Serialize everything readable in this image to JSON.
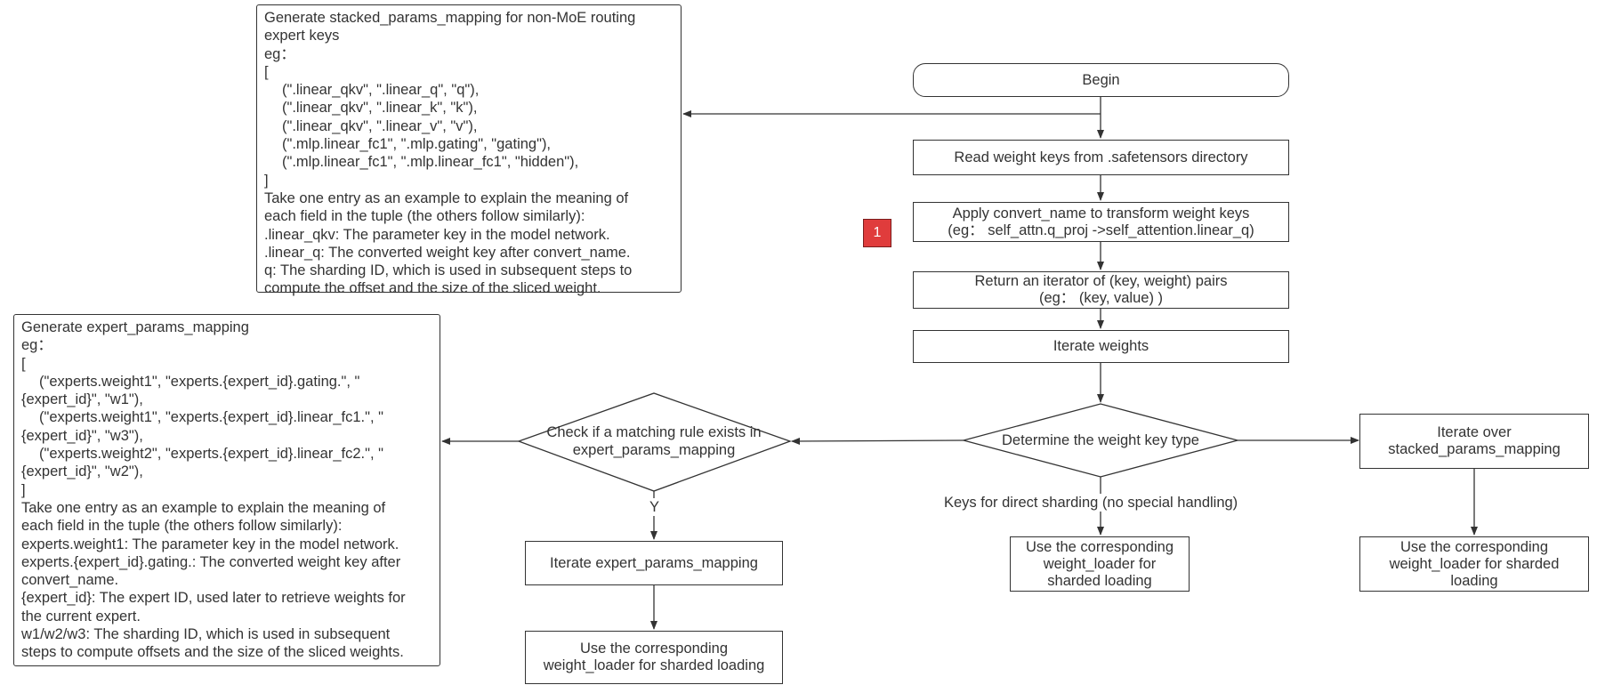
{
  "nodes": {
    "begin": "Begin",
    "read_keys": "Read weight keys from .safetensors directory",
    "convert": [
      "Apply convert_name to transform weight keys",
      "(eg： self_attn.q_proj ->self_attention.linear_q)"
    ],
    "iterator": [
      "Return an iterator of (key, weight)  pairs",
      "(eg：   (key, value)  )"
    ],
    "iterate_weights": "Iterate weights",
    "determine": "Determine the weight key type",
    "iterate_stacked": [
      "Iterate over",
      "stacked_params_mapping"
    ],
    "use_loader_right": [
      "Use the corresponding",
      "weight_loader for sharded",
      "loading"
    ],
    "use_loader_mid": [
      "Use the corresponding",
      "weight_loader for",
      "sharded loading"
    ],
    "check_match": [
      "Check if a matching rule exists in",
      "expert_params_mapping"
    ],
    "iterate_expert": "Iterate expert_params_mapping",
    "use_loader_left": [
      "Use the corresponding",
      "weight_loader for sharded loading"
    ]
  },
  "edge_labels": {
    "direct_sharding": "Keys for direct sharding (no special handling)",
    "yes": "Y"
  },
  "badge": "1",
  "notes": {
    "stacked": [
      {
        "text": "Generate stacked_params_mapping for non-MoE routing",
        "indent": false
      },
      {
        "text": "expert keys",
        "indent": false
      },
      {
        "text": "eg：",
        "indent": false
      },
      {
        "text": "[",
        "indent": false
      },
      {
        "text": "(\".linear_qkv\", \".linear_q\", \"q\"),",
        "indent": true
      },
      {
        "text": "(\".linear_qkv\", \".linear_k\", \"k\"),",
        "indent": true
      },
      {
        "text": "(\".linear_qkv\", \".linear_v\", \"v\"),",
        "indent": true
      },
      {
        "text": "(\".mlp.linear_fc1\", \".mlp.gating\", \"gating\"),",
        "indent": true
      },
      {
        "text": "(\".mlp.linear_fc1\", \".mlp.linear_fc1\", \"hidden\"),",
        "indent": true
      },
      {
        "text": "]",
        "indent": false
      },
      {
        "text": "Take one entry as an example to explain the meaning of",
        "indent": false
      },
      {
        "text": "each field in the tuple (the others follow similarly):",
        "indent": false
      },
      {
        "text": ".linear_qkv: The parameter key in the model network.",
        "indent": false
      },
      {
        "text": ".linear_q: The converted weight key after convert_name.",
        "indent": false
      },
      {
        "text": "q: The sharding ID, which is used in subsequent steps to",
        "indent": false
      },
      {
        "text": "compute the offset and the size of the sliced weight.",
        "indent": false
      }
    ],
    "expert": [
      {
        "text": "Generate expert_params_mapping",
        "indent": false
      },
      {
        "text": "eg：",
        "indent": false
      },
      {
        "text": "[",
        "indent": false
      },
      {
        "text": "(\"experts.weight1\", \"experts.{expert_id}.gating.\", \"",
        "indent": true
      },
      {
        "text": "{expert_id}\",  \"w1\"),",
        "indent": false
      },
      {
        "text": "(\"experts.weight1\", \"experts.{expert_id}.linear_fc1.\", \"",
        "indent": true
      },
      {
        "text": "{expert_id}\",  \"w3\"),",
        "indent": false
      },
      {
        "text": "(\"experts.weight2\", \"experts.{expert_id}.linear_fc2.\", \"",
        "indent": true
      },
      {
        "text": "{expert_id}\",  \"w2\"),",
        "indent": false
      },
      {
        "text": "]",
        "indent": false
      },
      {
        "text": "Take one entry as an example to explain the meaning of",
        "indent": false
      },
      {
        "text": "each field in the tuple (the others follow similarly):",
        "indent": false
      },
      {
        "text": "experts.weight1: The parameter key in the model network.",
        "indent": false
      },
      {
        "text": "experts.{expert_id}.gating.: The converted weight key after",
        "indent": false
      },
      {
        "text": "convert_name.",
        "indent": false
      },
      {
        "text": "{expert_id}: The expert ID, used later to retrieve weights for",
        "indent": false
      },
      {
        "text": "the current expert.",
        "indent": false
      },
      {
        "text": "w1/w2/w3: The sharding ID, which is used in subsequent",
        "indent": false
      },
      {
        "text": "steps to compute offsets and the size of the sliced weights.",
        "indent": false
      }
    ]
  },
  "colors": {
    "line": "#333333",
    "badge": "#e03c3c"
  }
}
